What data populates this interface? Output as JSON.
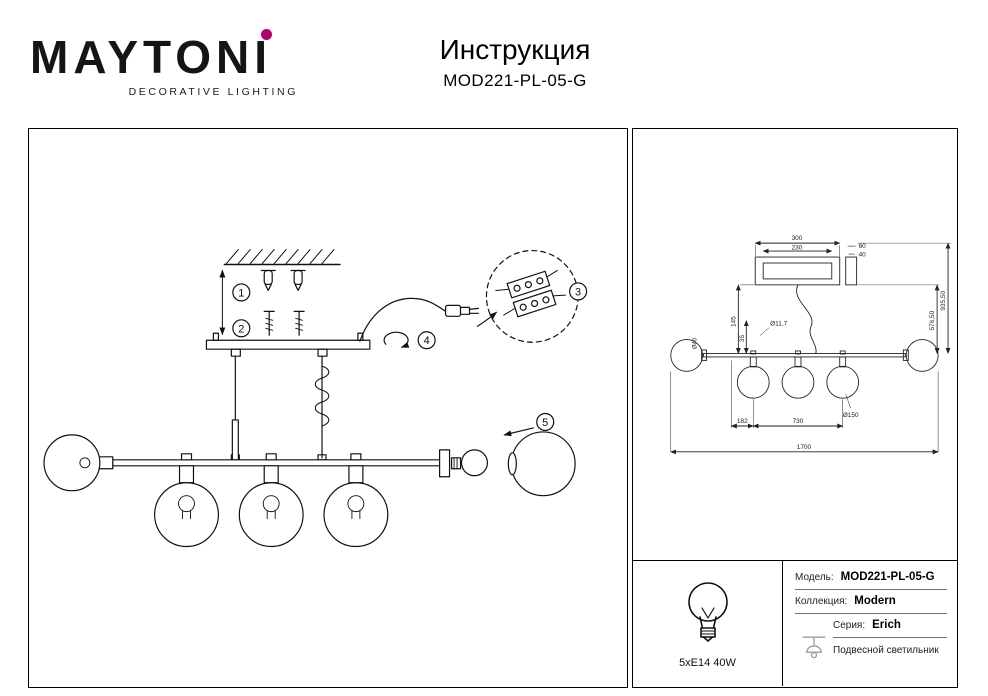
{
  "colors": {
    "accent": "#b3006b",
    "line": "#111111"
  },
  "header": {
    "brand": "MAYTONI",
    "tagline": "DECORATIVE LIGHTING",
    "doc_title": "Инструкция",
    "model": "MOD221-PL-05-G"
  },
  "assembly": {
    "steps": {
      "s1": "1",
      "s2": "2",
      "s3": "3",
      "s4": "4",
      "s5": "5"
    }
  },
  "tech": {
    "dims": {
      "w300": "300",
      "w230": "230",
      "w60": "60",
      "w40": "40",
      "dia117": "Ø11,7",
      "h145": "145",
      "h35": "35",
      "dia40": "Ø40",
      "len182": "182",
      "len730": "730",
      "dia150": "Ø150",
      "len1700": "1700",
      "h576": "576,50",
      "h935": "935,50"
    }
  },
  "specs": {
    "bulb_label": "5xE14 40W",
    "rows": [
      {
        "label": "Модель:",
        "value": "MOD221-PL-05-G"
      },
      {
        "label": "Коллекция:",
        "value": "Modern"
      },
      {
        "label": "Серия:",
        "value": "Erich"
      },
      {
        "label": "",
        "value": "Подвесной светильник"
      }
    ]
  }
}
